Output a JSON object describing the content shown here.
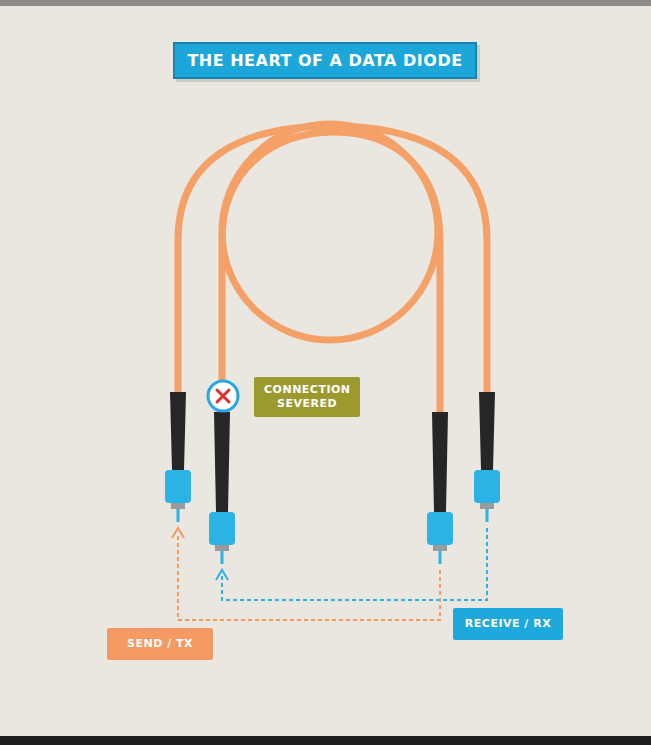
{
  "diagram": {
    "title": "THE HEART OF A DATA DIODE",
    "nodes": [
      {
        "text": [
          "CONNECTION SEVERED"
        ]
      },
      {
        "text": [
          "SEND / TX"
        ]
      },
      {
        "text": [
          "RECEIVE / RX"
        ]
      }
    ]
  }
}
